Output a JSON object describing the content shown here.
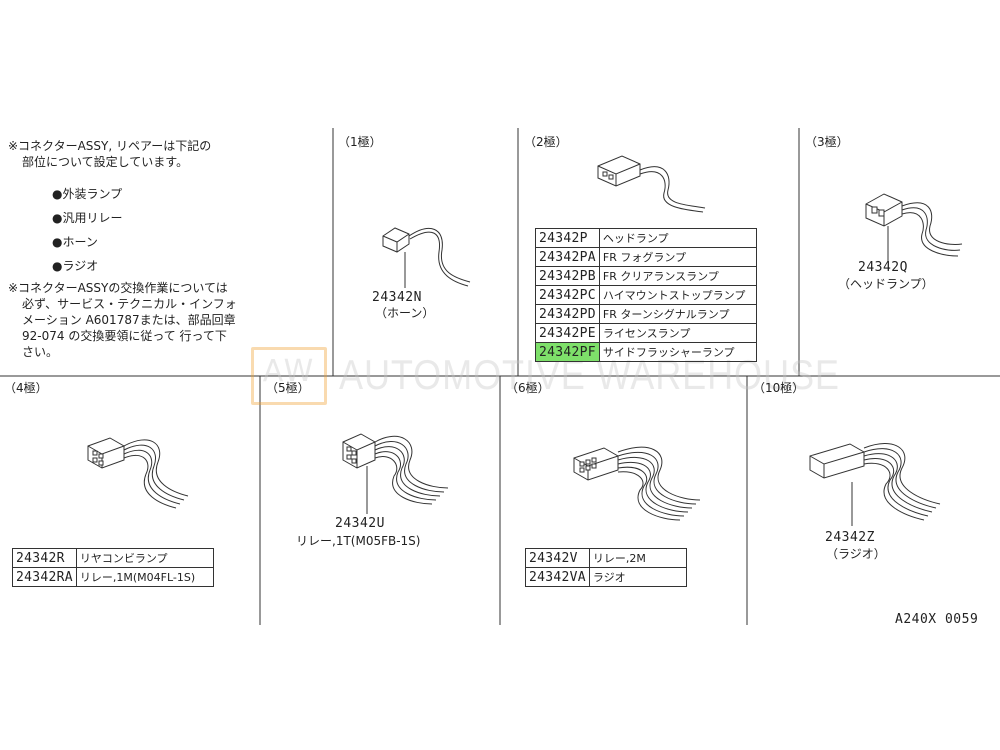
{
  "notes": {
    "line1": "※コネクターASSY, リペアーは下記の",
    "line2": "部位について設定しています。",
    "bullets": [
      "●外装ランプ",
      "●汎用リレー",
      "●ホーン",
      "●ラジオ"
    ],
    "line3": "※コネクターASSYの交換作業については",
    "line4": "必ず、サービス・テクニカル・インフォ",
    "line5": "メーション A601787または、部品回章",
    "line6": "92-074 の交換要領に従って 行って下",
    "line7": "さい。"
  },
  "panels": {
    "p1": {
      "heading": "（1極）",
      "part": "24342N",
      "desc": "（ホーン）"
    },
    "p2": {
      "heading": "（2極）",
      "rows": [
        {
          "pn": "24342P",
          "name": "ヘッドランプ"
        },
        {
          "pn": "24342PA",
          "name": "FR フォグランプ"
        },
        {
          "pn": "24342PB",
          "name": "FR クリアランスランプ"
        },
        {
          "pn": "24342PC",
          "name": "ハイマウントストップランプ"
        },
        {
          "pn": "24342PD",
          "name": "FR ターンシグナルランプ"
        },
        {
          "pn": "24342PE",
          "name": "ライセンスランプ"
        },
        {
          "pn": "24342PF",
          "name": "サイドフラッシャーランプ"
        }
      ]
    },
    "p3": {
      "heading": "（3極）",
      "part": "24342Q",
      "desc": "（ヘッドランプ）"
    },
    "p4": {
      "heading": "（4極）",
      "rows": [
        {
          "pn": "24342R",
          "name": "リヤコンビランプ"
        },
        {
          "pn": "24342RA",
          "name": "リレー,1M(M04FL-1S)"
        }
      ]
    },
    "p5": {
      "heading": "（5極）",
      "part": "24342U",
      "desc": "リレー,1T(M05FB-1S)"
    },
    "p6": {
      "heading": "（6極）",
      "rows": [
        {
          "pn": "24342V",
          "name": "リレー,2M"
        },
        {
          "pn": "24342VA",
          "name": "ラジオ"
        }
      ]
    },
    "p10": {
      "heading": "（10極）",
      "part": "24342Z",
      "desc": "（ラジオ）"
    }
  },
  "diagram_code": "A240X 0059",
  "watermark": {
    "logo": "AW",
    "text": "AUTOMOTIVE WAREHOUSE"
  },
  "colors": {
    "highlight": "#7ee06a",
    "watermark_border": "#f0a030"
  }
}
